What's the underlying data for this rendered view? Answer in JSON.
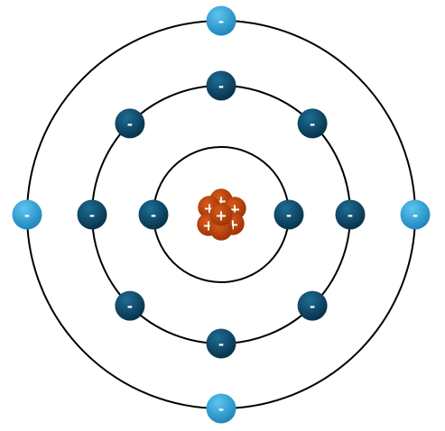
{
  "atom": {
    "electron_symbol": "-",
    "proton_symbol": "+",
    "electron_dark_color": "#0d4a6b",
    "electron_light_color": "#2ea4d8",
    "nucleus_color": "#b43e08",
    "orbit_color": "#000000",
    "shells": [
      {
        "electrons": 2,
        "style": "dark"
      },
      {
        "electrons": 8,
        "style": "dark"
      },
      {
        "electrons": 4,
        "style": "light"
      }
    ],
    "nucleus": {
      "protons": 6
    }
  }
}
